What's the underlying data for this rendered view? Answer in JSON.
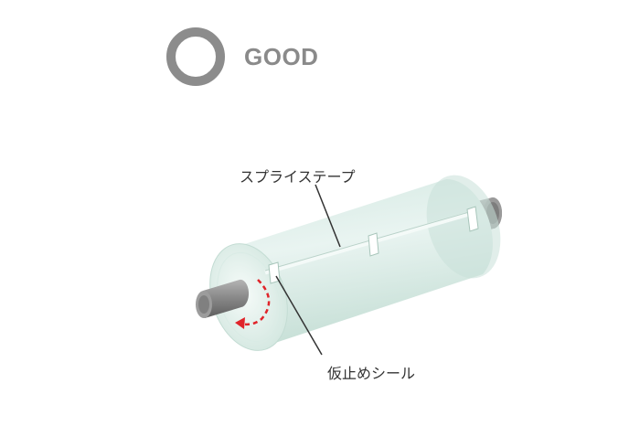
{
  "status": {
    "label": "GOOD",
    "ring_color": "#8c8c8c",
    "ring_icon": "circle-good-icon"
  },
  "callouts": {
    "splice_tape": "スプライステープ",
    "temporary_seal": "仮止めシール"
  },
  "colors": {
    "roll_film": "#dbece6",
    "shaft": "#8e8e8e",
    "rotation_arrow": "#e0242a",
    "leader_line": "#333333"
  }
}
